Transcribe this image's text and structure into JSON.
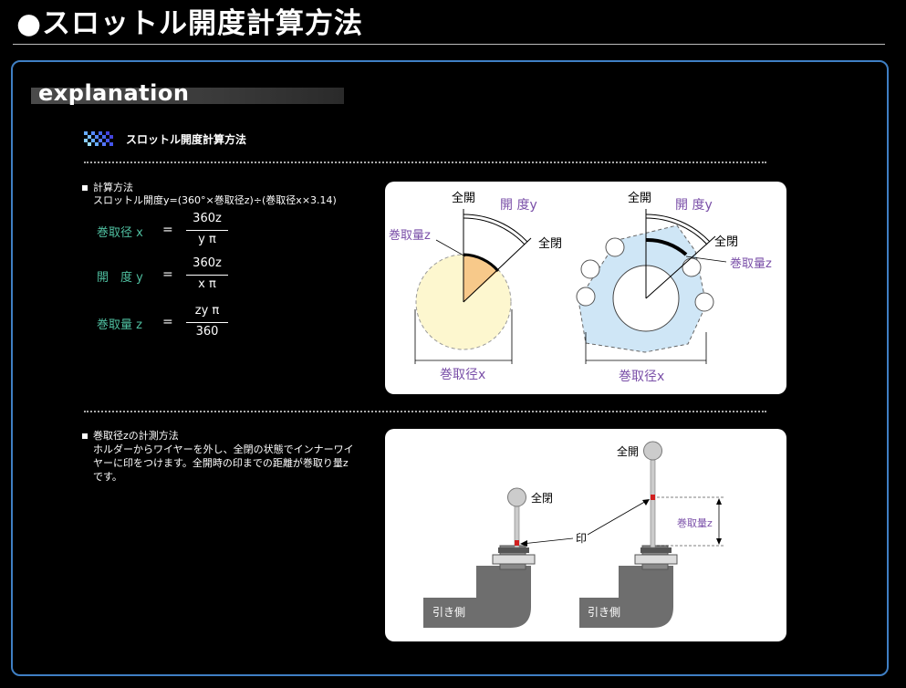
{
  "page": {
    "title": "●スロットル開度計算方法"
  },
  "section": {
    "header": "explanation",
    "subtitle": "スロットル開度計算方法"
  },
  "part1": {
    "heading": "計算方法",
    "formula_line": "スロットル開度y=(360°×巻取径z)÷(巻取径x×3.14)",
    "formulas": [
      {
        "label": "巻取径 x",
        "eq": "=",
        "num": "360z",
        "den": "y π"
      },
      {
        "label": "開　度 y",
        "eq": "=",
        "num": "360z",
        "den": "x π"
      },
      {
        "label": "巻取量 z",
        "eq": "=",
        "num": "zy π",
        "den": "360"
      }
    ],
    "diagram": {
      "full_open": "全開",
      "full_close": "全閉",
      "opening": "開 度y",
      "takeup_z": "巻取量z",
      "diameter_x": "巻取径x"
    }
  },
  "part2": {
    "heading": "巻取径zの計測方法",
    "lines": [
      "ホルダーからワイヤーを外し、全閉の状態でインナーワイ",
      "ヤーに印をつけます。全開時の印までの距離が巻取り量z",
      "です。"
    ],
    "diagram": {
      "full_close": "全閉",
      "full_open": "全開",
      "mark": "印",
      "takeup_z": "巻取量z",
      "pull_side": "引き側"
    }
  },
  "colors": {
    "accent_border": "#3f7fc4",
    "formula_label": "#4fbfa0",
    "purple": "#7a4fa8",
    "red_mark": "#d02020"
  }
}
